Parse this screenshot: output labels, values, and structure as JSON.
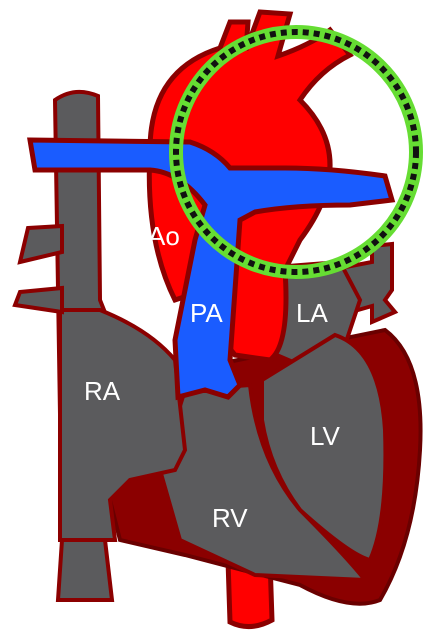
{
  "labels": {
    "ao": "Ao",
    "pa": "PA",
    "la": "LA",
    "ra": "RA",
    "lv": "LV",
    "rv": "RV"
  },
  "colors": {
    "aorta": "#ff0000",
    "pulmonary": "#1a5cff",
    "chamber": "#5b5b5d",
    "outline": "#8b0000",
    "myocardium": "#8b0000",
    "highlight_ring": "#66dd33",
    "highlight_dots": "#111111"
  },
  "icons": {
    "highlight": "dotted-circle-highlight"
  }
}
